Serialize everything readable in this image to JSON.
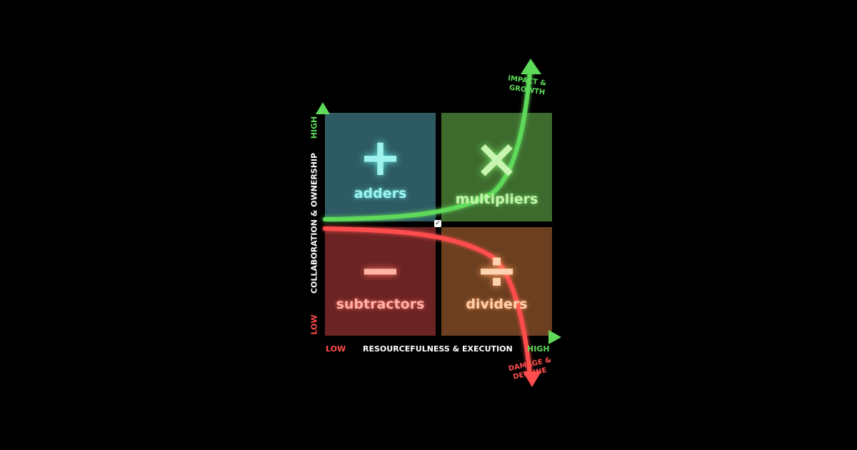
{
  "quadrants": {
    "adders": {
      "symbol": "+",
      "label": "adders"
    },
    "multipliers": {
      "symbol": "×",
      "label": "multipliers"
    },
    "subtractors": {
      "symbol": "−",
      "label": "subtractors"
    },
    "dividers": {
      "symbol": "÷",
      "label": "dividers"
    }
  },
  "y_axis": {
    "title": "COLLABORATION & OWNERSHIP",
    "high": "HIGH",
    "low": "LOW"
  },
  "x_axis": {
    "title": "RESOURCEFULNESS & EXECUTION",
    "high": "HIGH",
    "low": "LOW"
  },
  "curves": {
    "up_line1": "IMPACT &",
    "up_line2": "GROWTH",
    "down_line1": "DAMAGE &",
    "down_line2": "DECLINE"
  },
  "colors": {
    "adders_fill": "#2e5b63",
    "adders_text": "#9ff3ef",
    "multipliers_fill": "#3d6b2e",
    "multipliers_text": "#c8f5b0",
    "subtractors_fill": "#6b2323",
    "subtractors_text": "#ffb3a8",
    "dividers_fill": "#6b3f1f",
    "dividers_text": "#ffd2b0",
    "green": "#5fd95a",
    "red": "#ff4d4d"
  }
}
